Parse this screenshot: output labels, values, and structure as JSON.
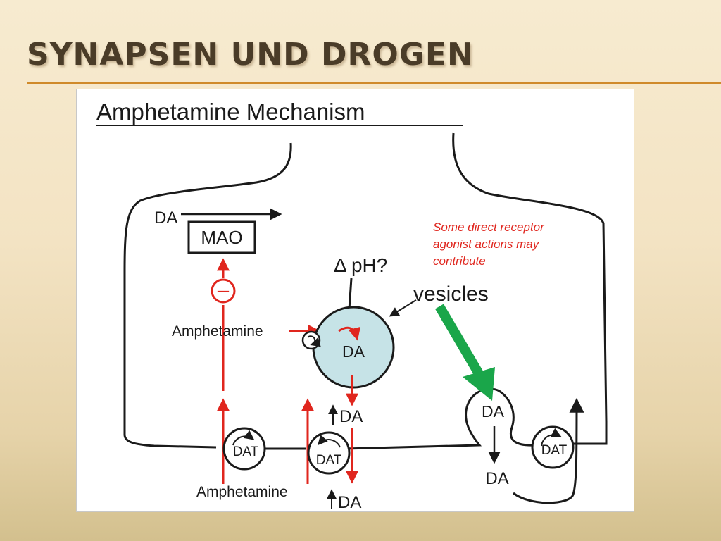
{
  "slide": {
    "title": "SYNAPSEN UND DROGEN"
  },
  "diagram": {
    "title": "Amphetamine Mechanism",
    "labels": {
      "da_top": "DA",
      "mao": "MAO",
      "inhibit_symbol": "−",
      "delta_ph": "Δ pH?",
      "vesicles": "vesicles",
      "amphetamine_left": "Amphetamine",
      "vesicle_da": "DA",
      "da_mid": "DA",
      "dat_1": "DAT",
      "dat_2": "DAT",
      "dat_3": "DAT",
      "amphetamine_bottom": "Amphetamine",
      "da_bottom": "DA",
      "da_release_pocket": "DA",
      "da_released": "DA"
    },
    "annotation": {
      "line1": "Some direct receptor",
      "line2": "agonist actions may",
      "line3": "contribute"
    },
    "colors": {
      "red": "#e0261e",
      "green_arrow": "#1aa64a",
      "vesicle_fill": "#c6e3e7",
      "black": "#1a1a1a"
    }
  }
}
